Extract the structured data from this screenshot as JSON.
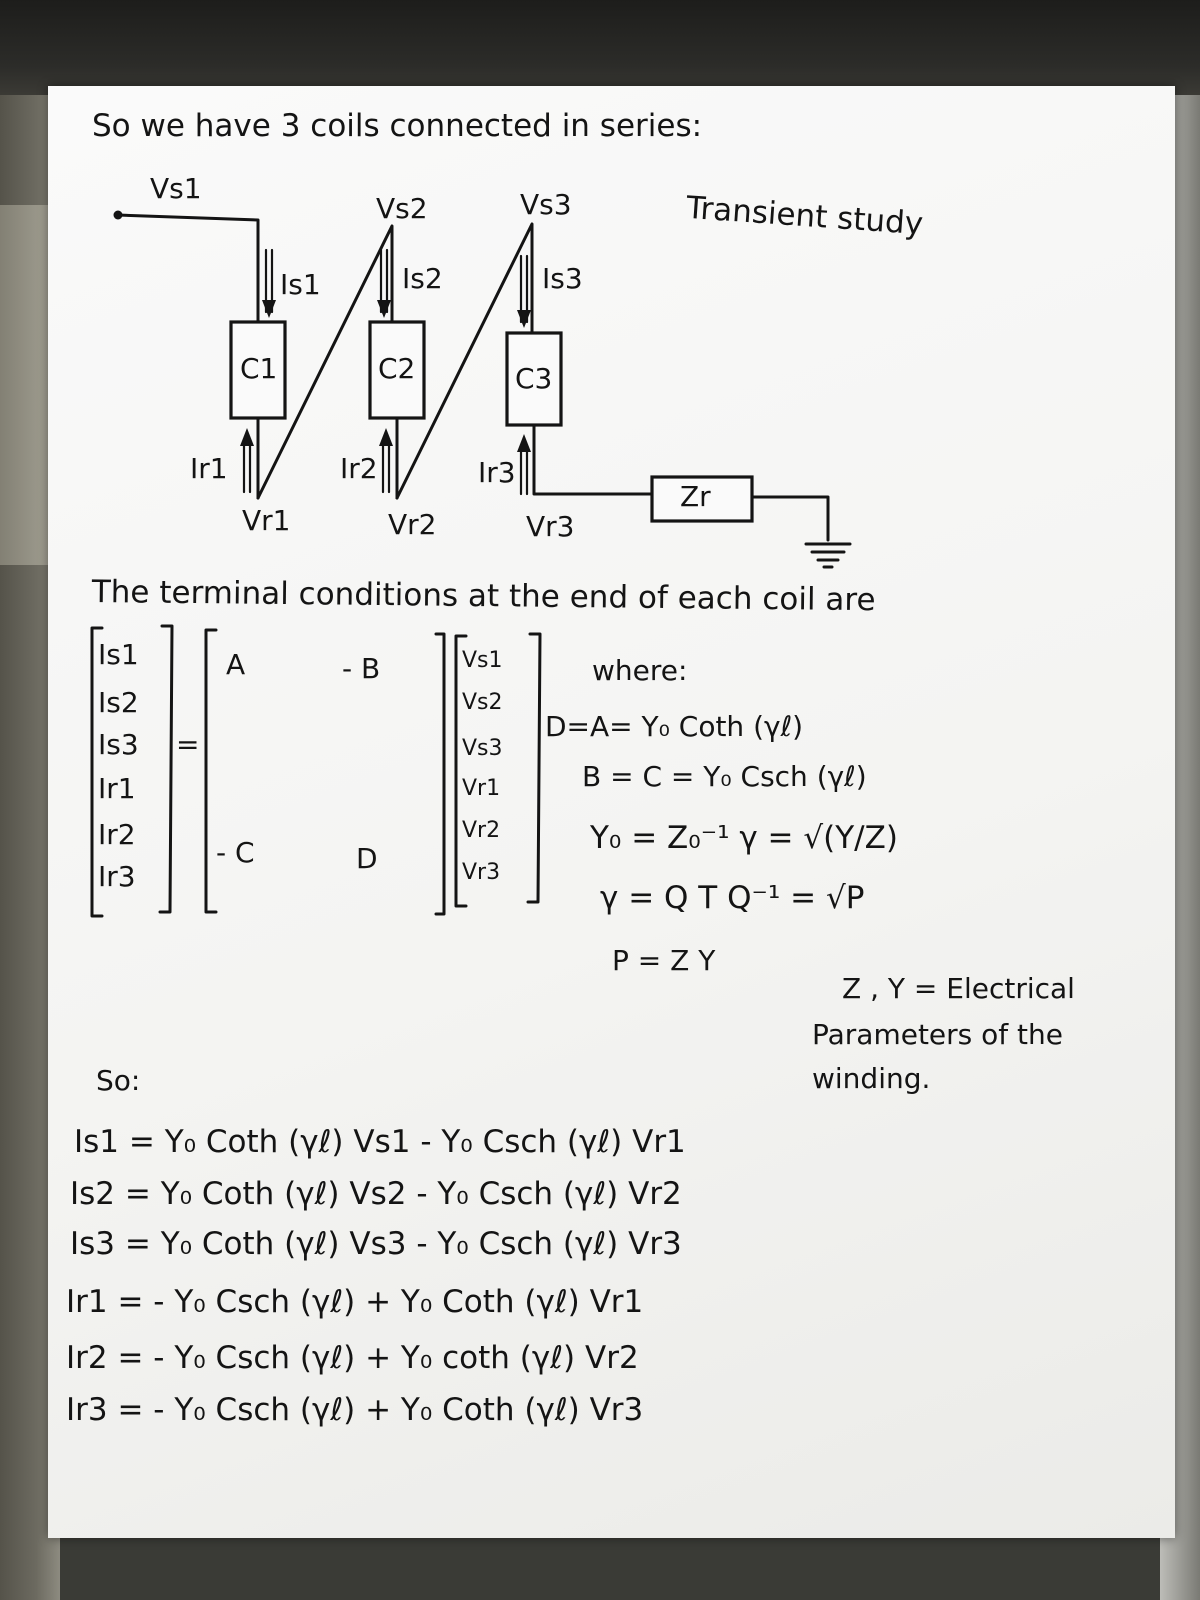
{
  "intro": "So we have 3 coils connected in series:",
  "study_label": "Transient study",
  "circuit": {
    "coils": [
      "C1",
      "C2",
      "C3"
    ],
    "send_voltages": [
      "Vs1",
      "Vs2",
      "Vs3"
    ],
    "send_currents": [
      "Is1",
      "Is2",
      "Is3"
    ],
    "recv_currents": [
      "Ir1",
      "Ir2",
      "Ir3"
    ],
    "recv_voltages": [
      "Vr1",
      "Vr2",
      "Vr3"
    ],
    "load": "Zr"
  },
  "conditions_line": "The terminal conditions at the end of each coil are",
  "matrix": {
    "lhs": [
      "Is1",
      "Is2",
      "Is3",
      "Ir1",
      "Ir2",
      "Ir3"
    ],
    "equals": "=",
    "blocks": {
      "a": "A",
      "b": "- B",
      "c": "- C",
      "d": "D"
    },
    "rhs": [
      "Vs1",
      "Vs2",
      "Vs3",
      "Vr1",
      "Vr2",
      "Vr3"
    ]
  },
  "where": {
    "label": "where:",
    "lines": [
      "D=A= Y₀ Coth (γℓ)",
      "B = C = Y₀ Csch (γℓ)",
      "Y₀ = Z₀⁻¹ γ = √(Y/Z)",
      "γ = Q T Q⁻¹ = √P",
      "P = Z Y"
    ]
  },
  "note": [
    "Z , Y = Electrical",
    "Parameters of the",
    "winding."
  ],
  "so_label": "So:",
  "equations": [
    "Is1 = Y₀ Coth (γℓ) Vs1 - Y₀ Csch (γℓ) Vr1",
    "Is2 = Y₀ Coth (γℓ) Vs2 - Y₀ Csch (γℓ) Vr2",
    "Is3 = Y₀ Coth (γℓ) Vs3 - Y₀ Csch (γℓ) Vr3",
    "Ir1 = - Y₀ Csch (γℓ) + Y₀ Coth (γℓ) Vr1",
    "Ir2 = - Y₀ Csch (γℓ) + Y₀ coth (γℓ) Vr2",
    "Ir3 = - Y₀ Csch (γℓ) + Y₀ Coth (γℓ) Vr3"
  ]
}
